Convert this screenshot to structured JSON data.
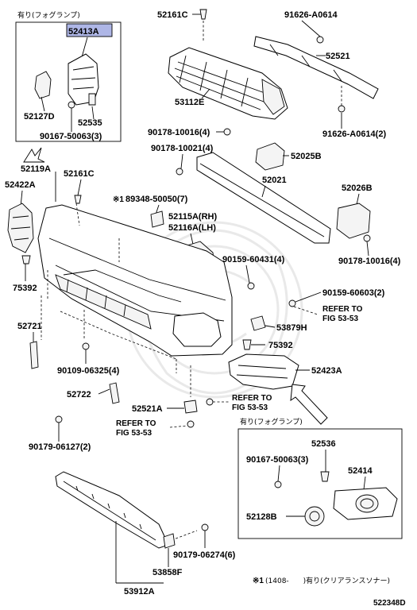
{
  "top_left_box_title": "有り(フォグランプ)",
  "bottom_right_box_title": "有り(フォグランプ)",
  "highlighted_part": "52413A",
  "footnote_prefix": "※1",
  "footnote_text": "(1408-　　)有り(クリアランスソナー)",
  "diagram_id": "522348D",
  "note_marker": "※1",
  "labels": {
    "p52413A": "52413A",
    "p52127D": "52127D",
    "p52535": "52535",
    "p90167_50063_3a": "90167-50063(3)",
    "p52161C_a": "52161C",
    "p91626_A0614": "91626-A0614",
    "p52521": "52521",
    "p53112E": "53112E",
    "p90178_10016_4a": "90178-10016(4)",
    "p91626_A0614_2": "91626-A0614(2)",
    "p90178_10021_4": "90178-10021(4)",
    "p52025B": "52025B",
    "p52119A": "52119A",
    "p52161C_b": "52161C",
    "p52422A": "52422A",
    "p52021": "52021",
    "p52026B": "52026B",
    "p89348_50050_7": "89348-50050(7)",
    "p52115A": "52115A(RH)",
    "p52116A": "52116A(LH)",
    "p90159_60431_4": "90159-60431(4)",
    "p90178_10016_4b": "90178-10016(4)",
    "p75392_a": "75392",
    "p90159_60603_2": "90159-60603(2)",
    "p_refer_1a": "REFER TO",
    "p_refer_1b": "FIG 53-53",
    "p52721": "52721",
    "p53879H": "53879H",
    "p75392_b": "75392",
    "p90109_06325_4": "90109-06325(4)",
    "p52423A": "52423A",
    "p52722": "52722",
    "p_refer_2a": "REFER TO",
    "p_refer_2b": "FIG 53-53",
    "p52521A": "52521A",
    "p_refer_3a": "REFER TO",
    "p_refer_3b": "FIG 53-53",
    "p90179_06127_2": "90179-06127(2)",
    "p52536": "52536",
    "p90167_50063_3b": "90167-50063(3)",
    "p52414": "52414",
    "p52128B": "52128B",
    "p90179_06274_6": "90179-06274(6)",
    "p53858F": "53858F",
    "p53912A": "53912A"
  }
}
